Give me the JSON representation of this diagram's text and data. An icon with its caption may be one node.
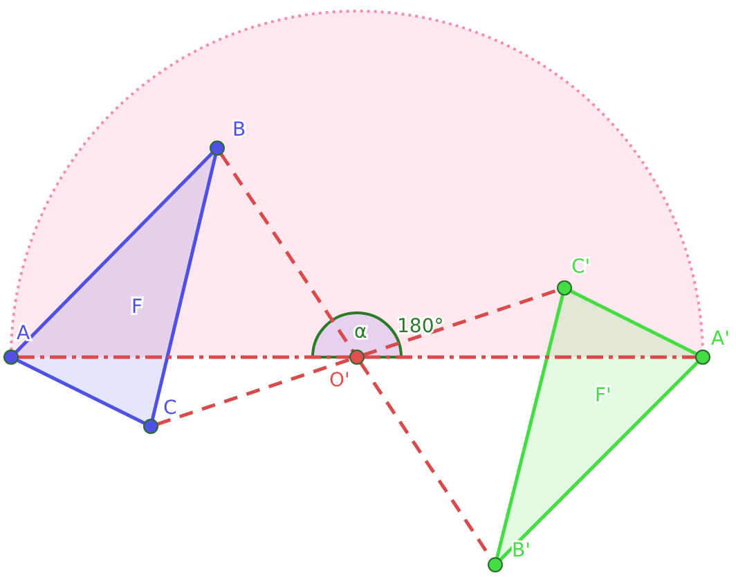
{
  "diagram": {
    "nodes": [
      {
        "text": [
          "A"
        ]
      },
      {
        "text": [
          "B"
        ]
      },
      {
        "text": [
          "C"
        ]
      },
      {
        "text": [
          "O'"
        ]
      },
      {
        "text": [
          "C'"
        ]
      },
      {
        "text": [
          "A'"
        ]
      },
      {
        "text": [
          "B'"
        ]
      }
    ],
    "edges": [
      {
        "from": 0,
        "to": 1,
        "arrow": "none",
        "color": "#5050e6"
      },
      {
        "from": 1,
        "to": 2,
        "arrow": "none",
        "color": "#5050e6"
      },
      {
        "from": 2,
        "to": 0,
        "arrow": "none",
        "color": "#5050e6"
      },
      {
        "from": 5,
        "to": 4,
        "arrow": "none",
        "color": "#44dd44"
      },
      {
        "from": 4,
        "to": 6,
        "arrow": "none",
        "color": "#44dd44"
      },
      {
        "from": 6,
        "to": 5,
        "arrow": "none",
        "color": "#44dd44"
      },
      {
        "from": 1,
        "to": 3,
        "arrow": "none",
        "style": "dashed",
        "color": "#d94a4a"
      },
      {
        "from": 3,
        "to": 6,
        "arrow": "none",
        "style": "dashed",
        "color": "#d94a4a"
      },
      {
        "from": 2,
        "to": 3,
        "arrow": "none",
        "style": "dashed",
        "color": "#d94a4a"
      },
      {
        "from": 3,
        "to": 4,
        "arrow": "none",
        "style": "dashed",
        "color": "#d94a4a"
      },
      {
        "from": 0,
        "to": 3,
        "arrow": "none",
        "style": "dashed",
        "color": "#d94a4a"
      },
      {
        "from": 3,
        "to": 5,
        "arrow": "none",
        "style": "dashed",
        "color": "#d94a4a"
      }
    ],
    "labels": [
      "F",
      "α",
      "180°",
      "F'"
    ]
  }
}
